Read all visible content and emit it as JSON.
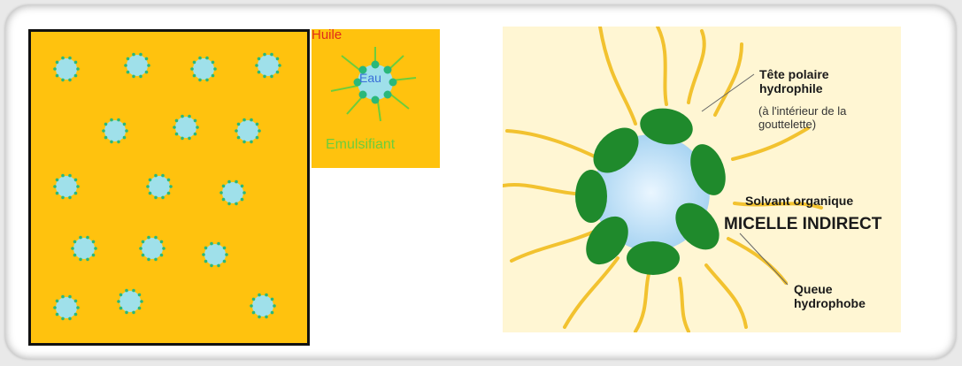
{
  "left_panel": {
    "background": "#ffc20e",
    "droplet_color": "#9fe0ea",
    "dot_color": "#2ab87a",
    "droplet_rows": [
      4,
      3,
      3,
      3,
      3
    ]
  },
  "mid_panel": {
    "labels": {
      "oil": "Huile",
      "water": "Eau",
      "emulsifier": "Emulsifiant"
    }
  },
  "right_panel": {
    "head_label": "Tête polaire hydrophile",
    "head_sublabel": "(à l'intérieur de la gouttelette)",
    "solvent_label": "Solvant organique",
    "title": "MICELLE INDIRECT",
    "tail_label": "Queue hydrophobe",
    "colors": {
      "head": "#1f8a2c",
      "core": "#cbe8fb",
      "tail": "#f2c22f"
    }
  }
}
